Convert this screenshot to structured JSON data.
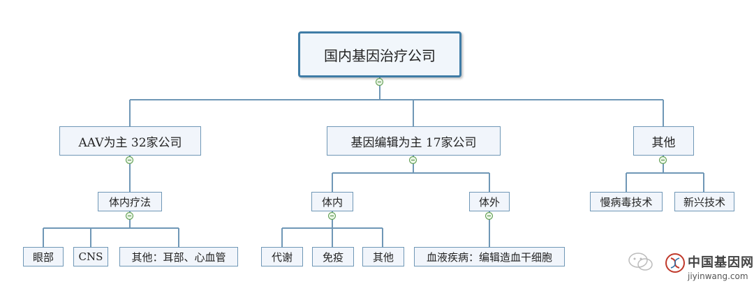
{
  "diagram": {
    "root": {
      "label": "国内基因治疗公司"
    },
    "level1": [
      {
        "label": "AAV为主 32家公司"
      },
      {
        "label": "基因编辑为主 17家公司"
      },
      {
        "label": "其他"
      }
    ],
    "aav": {
      "method": "体内疗法",
      "targets": [
        "眼部",
        "CNS",
        "其他：耳部、心血管"
      ]
    },
    "editing": {
      "in_vivo": "体内",
      "in_vivo_targets": [
        "代谢",
        "免疫",
        "其他"
      ],
      "ex_vivo": "体外",
      "ex_vivo_targets": [
        "血液疾病：编辑造血干细胞"
      ]
    },
    "other": {
      "items": [
        "慢病毒技术",
        "新兴技术"
      ]
    }
  },
  "watermark": {
    "title": "中国基因网",
    "subtitle": "jiyinwang.com"
  }
}
